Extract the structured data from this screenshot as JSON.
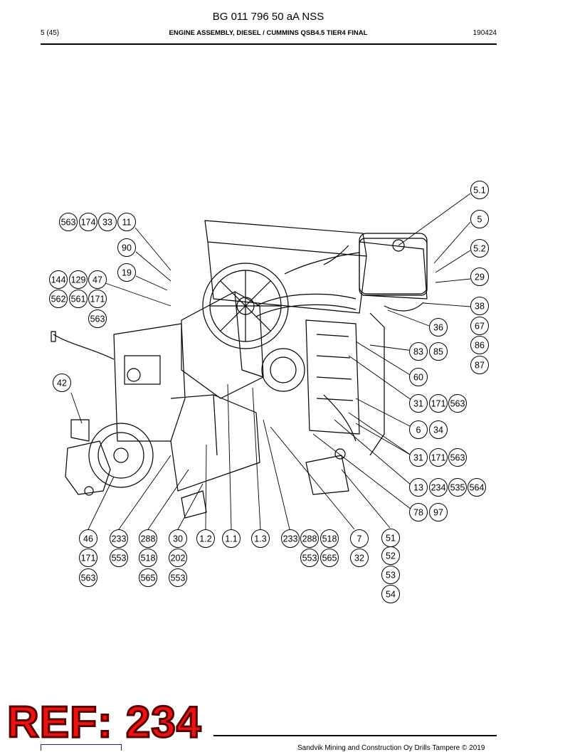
{
  "header": {
    "doc_number": "BG 011 796 50 aA NSS",
    "page": "5 (45)",
    "section_title": "ENGINE ASSEMBLY, DIESEL / CUMMINS QSB4.5 TIER4 FINAL",
    "date_code": "190424"
  },
  "callouts": [
    "5.1",
    "5",
    "5.2",
    "29",
    "38",
    "67",
    "86",
    "87",
    "36",
    "83",
    "85",
    "60",
    "31",
    "171",
    "563",
    "6",
    "34",
    "31",
    "171",
    "563",
    "13",
    "234",
    "535",
    "564",
    "78",
    "97",
    "563",
    "174",
    "33",
    "11",
    "90",
    "19",
    "144",
    "129",
    "47",
    "562",
    "561",
    "171",
    "563",
    "42",
    "46",
    "171",
    "563",
    "233",
    "553",
    "288",
    "518",
    "565",
    "30",
    "202",
    "553",
    "1.2",
    "1.1",
    "1.3",
    "233",
    "288",
    "518",
    "553",
    "565",
    "7",
    "32",
    "51",
    "52",
    "53",
    "54"
  ],
  "stamp": {
    "text": "REF: 234",
    "color": "#e81414"
  },
  "footer": {
    "copyright": "Sandvik Mining and Construction Oy Drills Tampere © 2019"
  }
}
